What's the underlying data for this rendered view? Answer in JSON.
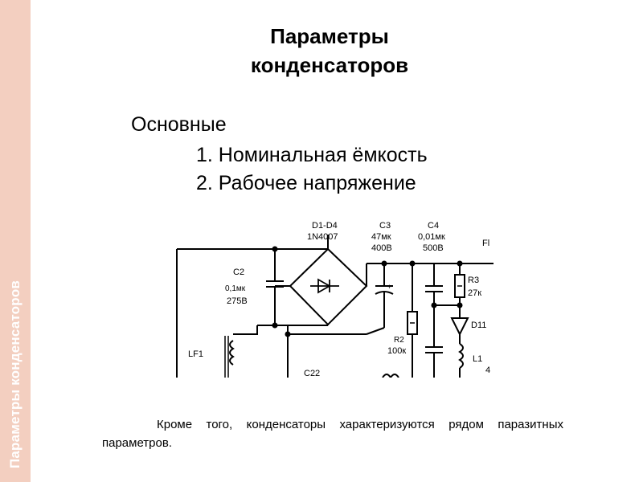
{
  "sidebar": {
    "text": "Параметры конденсаторов"
  },
  "title": {
    "line1": "Параметры",
    "line2": "конденсаторов"
  },
  "section": {
    "heading": "Основные",
    "items": [
      "1. Номинальная ёмкость",
      "2. Рабочее напряжение"
    ]
  },
  "schematic": {
    "d1_label": "D1-D4",
    "d1_value": "1N4007",
    "c3_label": "C3",
    "c3_value1": "47мк",
    "c3_value2": "400В",
    "c4_label": "C4",
    "c4_value1": "0,01мк",
    "c4_value2": "500В",
    "fl_label": "Fl",
    "c2_label": "C2",
    "c2_value1": "0,1мк",
    "c2_value2": "275В",
    "r3_label": "R3",
    "r3_value": "27к",
    "d11_label": "D11",
    "lf1_label": "LF1",
    "r2_label": "R2",
    "r2_value": "100к",
    "l1_label": "L1",
    "l1_value": "4",
    "c22_label": "C22"
  },
  "footer": {
    "text": "Кроме того, конденсаторы характеризуются рядом паразитных параметров."
  }
}
